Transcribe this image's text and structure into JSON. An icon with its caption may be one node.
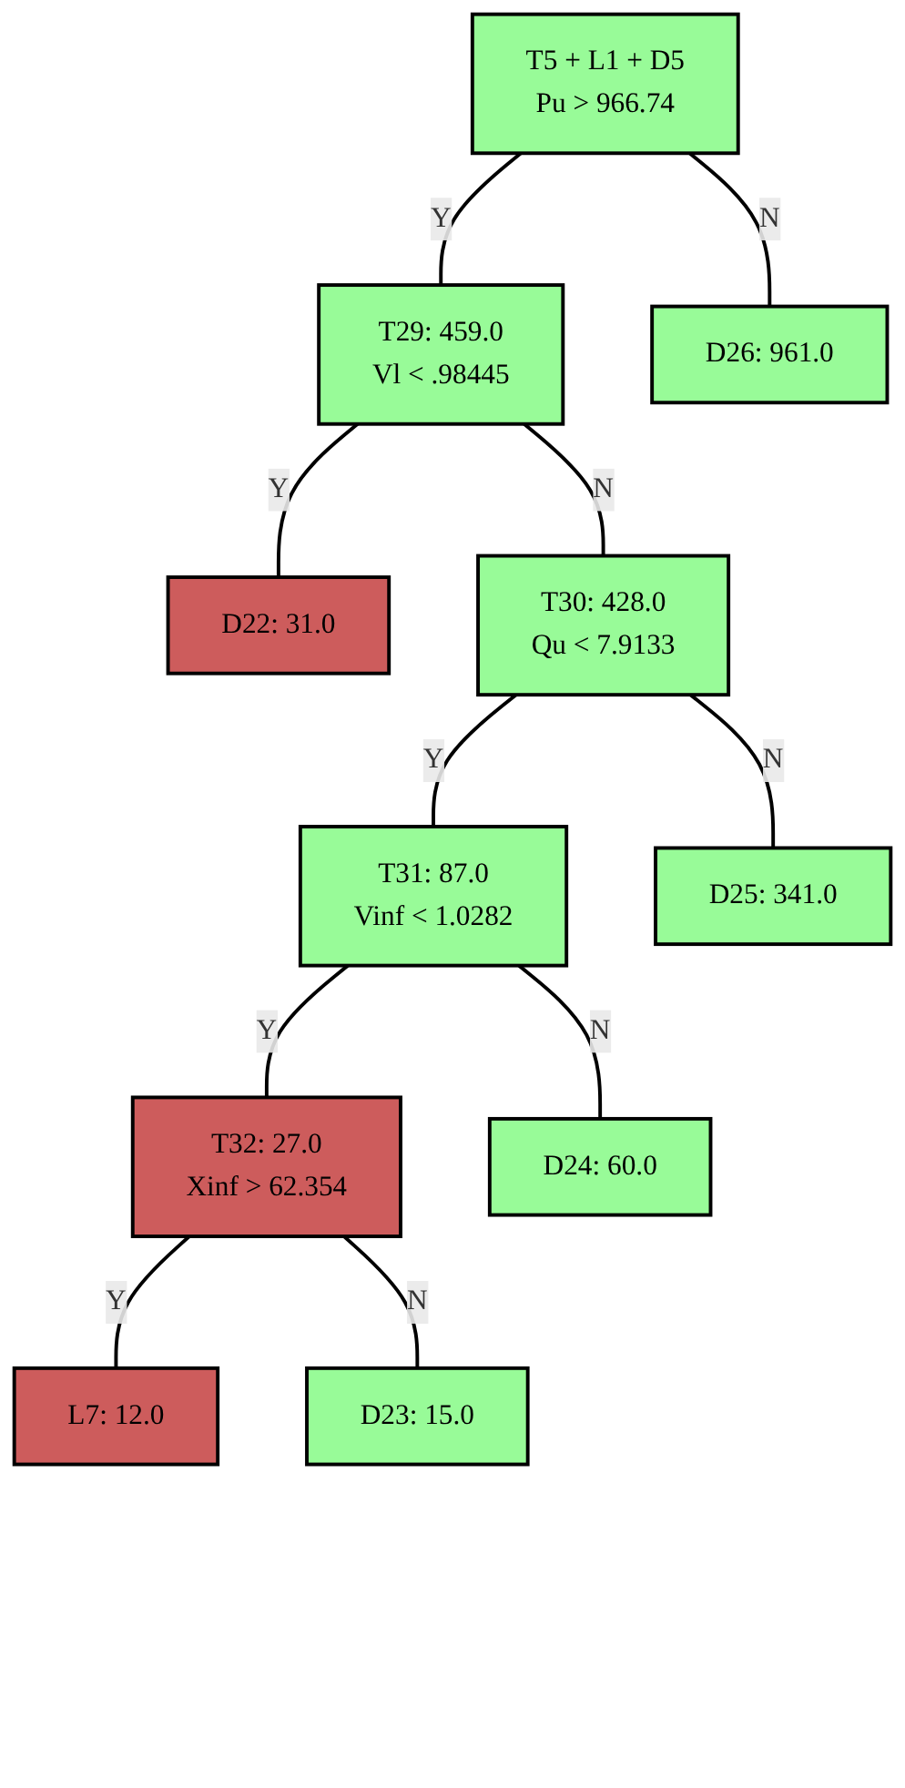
{
  "diagram": {
    "nodes": [
      {
        "text": [
          "T5 + L1 + D5",
          "Pu > 966.74"
        ]
      },
      {
        "text": [
          "T29: 459.0",
          "Vl < .98445"
        ]
      },
      {
        "text": [
          "D26: 961.0"
        ]
      },
      {
        "text": [
          "D22: 31.0"
        ]
      },
      {
        "text": [
          "T30: 428.0",
          "Qu < 7.9133"
        ]
      },
      {
        "text": [
          "T31: 87.0",
          "Vinf < 1.0282"
        ]
      },
      {
        "text": [
          "D25: 341.0"
        ]
      },
      {
        "text": [
          "T32: 27.0",
          "Xinf > 62.354"
        ]
      },
      {
        "text": [
          "D24: 60.0"
        ]
      },
      {
        "text": [
          "L7: 12.0"
        ]
      },
      {
        "text": [
          "D23: 15.0"
        ]
      }
    ],
    "edges": [
      {
        "from": 0,
        "to": 1,
        "arrow": "none",
        "label": "Y"
      },
      {
        "from": 0,
        "to": 2,
        "arrow": "none",
        "label": "N"
      },
      {
        "from": 1,
        "to": 3,
        "arrow": "none",
        "label": "Y"
      },
      {
        "from": 1,
        "to": 4,
        "arrow": "none",
        "label": "N"
      },
      {
        "from": 4,
        "to": 5,
        "arrow": "none",
        "label": "Y"
      },
      {
        "from": 4,
        "to": 6,
        "arrow": "none",
        "label": "N"
      },
      {
        "from": 5,
        "to": 7,
        "arrow": "none",
        "label": "Y"
      },
      {
        "from": 5,
        "to": 8,
        "arrow": "none",
        "label": "N"
      },
      {
        "from": 7,
        "to": 9,
        "arrow": "none",
        "label": "Y"
      },
      {
        "from": 7,
        "to": 10,
        "arrow": "none",
        "label": "N"
      }
    ]
  }
}
